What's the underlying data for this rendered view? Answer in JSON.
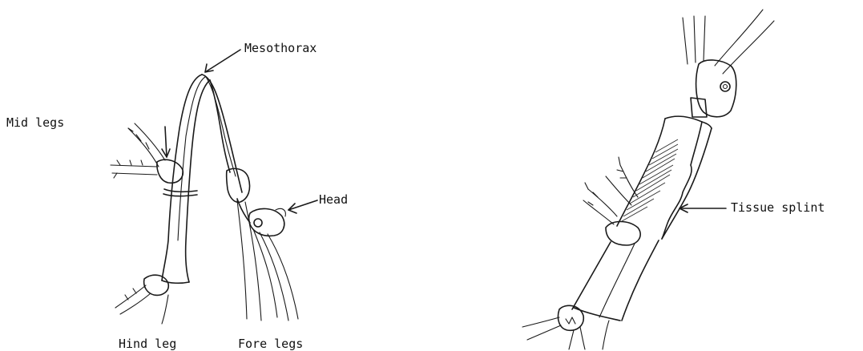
{
  "labels": {
    "mesothorax": "Mesothorax",
    "mid_legs": "Mid legs",
    "head": "Head",
    "hind_leg": "Hind leg",
    "fore_legs": "Fore legs",
    "tissue_splint": "Tissue splint"
  },
  "colors": {
    "ink": "#1a1a1a",
    "background": "#ffffff"
  }
}
